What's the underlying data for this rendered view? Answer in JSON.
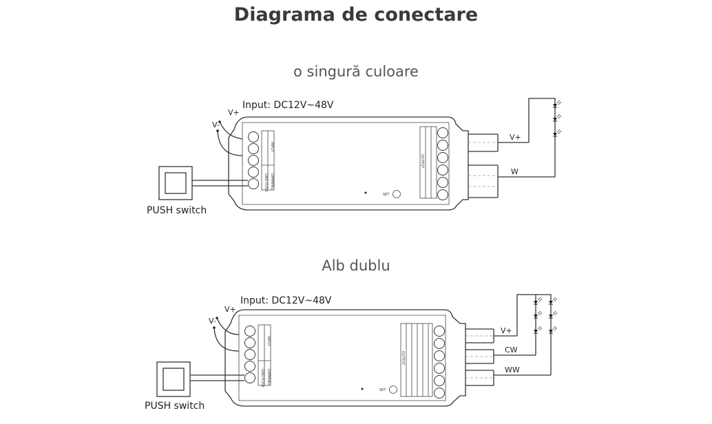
{
  "title": "Diagrama de conectare",
  "single": {
    "heading": "o singură culoare",
    "input_label": "Input: DC12V~48V",
    "v_plus": "V+",
    "v_minus": "V-",
    "switch_label": "PUSH switch",
    "out_vplus": "V+",
    "out_w": "W",
    "block_input": "INPUT",
    "block_output": "OUTPUT",
    "block_dimming": "DIMMING",
    "block_push": "GND PUSH",
    "set_label": "SET"
  },
  "dual": {
    "heading": "Alb dublu",
    "input_label": "Input: DC12V~48V",
    "v_plus": "V+",
    "v_minus": "V-",
    "switch_label": "PUSH switch",
    "out_vplus": "V+",
    "out_cw": "CW",
    "out_ww": "WW",
    "block_input": "INPUT",
    "block_output": "OUTPUT",
    "block_dimming": "DIMMING",
    "block_push": "GND PUSH",
    "set_label": "SET"
  }
}
